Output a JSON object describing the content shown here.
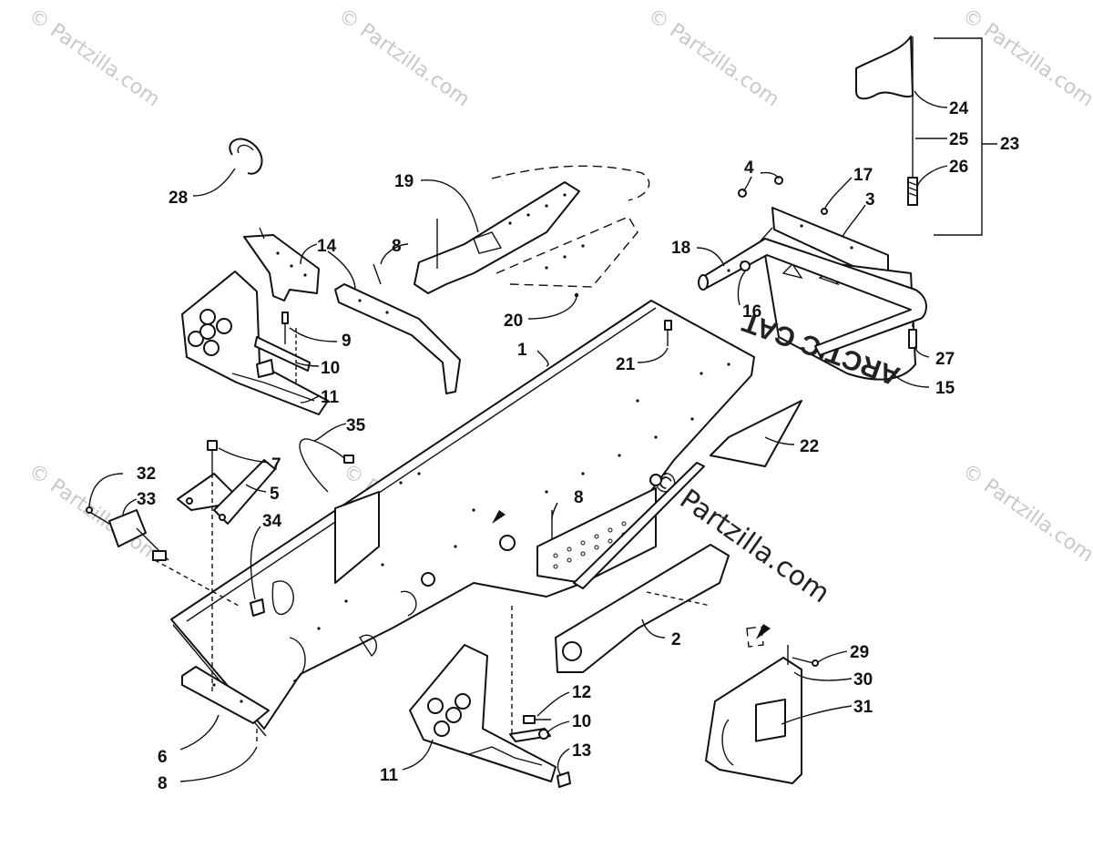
{
  "watermarks": {
    "small": "© Partzilla.com",
    "center": "© Partzilla.com"
  },
  "decal_text": {
    "plate": "ARCTIC CAT"
  },
  "callouts": {
    "c1": "1",
    "c2": "2",
    "c3": "3",
    "c4": "4",
    "c5": "5",
    "c6": "6",
    "c7": "7",
    "c8a": "8",
    "c8b": "8",
    "c8c": "8",
    "c9": "9",
    "c10a": "10",
    "c10b": "10",
    "c11a": "11",
    "c11b": "11",
    "c12": "12",
    "c13": "13",
    "c14": "14",
    "c15": "15",
    "c16": "16",
    "c17": "17",
    "c18": "18",
    "c19": "19",
    "c20": "20",
    "c21": "21",
    "c22": "22",
    "c23": "23",
    "c24": "24",
    "c25": "25",
    "c26": "26",
    "c27": "27",
    "c28": "28",
    "c29": "29",
    "c30": "30",
    "c31": "31",
    "c32": "32",
    "c33": "33",
    "c34": "34",
    "c35": "35"
  }
}
